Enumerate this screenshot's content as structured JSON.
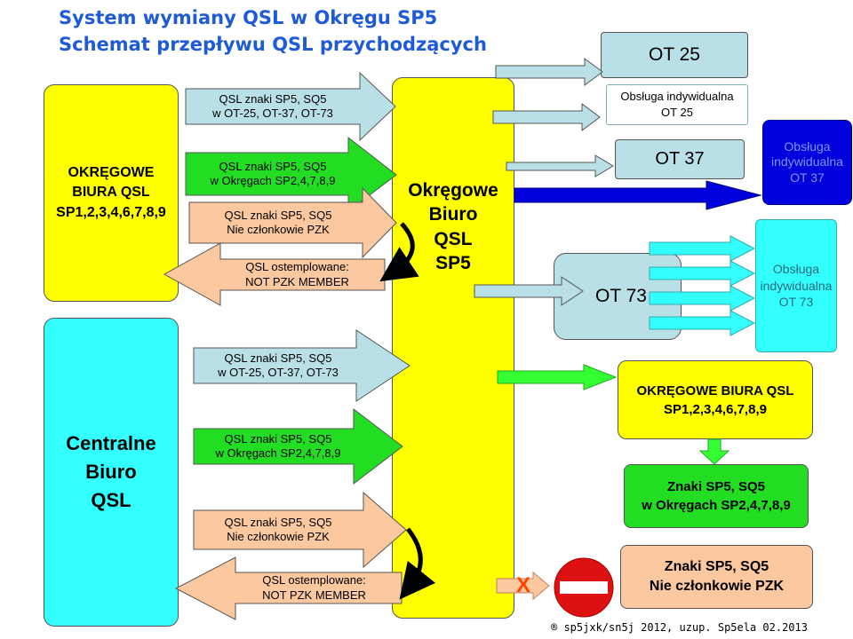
{
  "title": {
    "line1": "System wymiany QSL w Okręgu SP5",
    "line2": "Schemat przepływu QSL przychodzących"
  },
  "left_top_box": {
    "line1": "OKRĘGOWE",
    "line2": "BIURA QSL",
    "line3": "SP1,2,3,4,6,7,8,9"
  },
  "left_bottom_box": {
    "line1": "Centralne",
    "line2": "Biuro",
    "line3": "QSL"
  },
  "center_box": {
    "line1": "Okręgowe",
    "line2": "Biuro",
    "line3": "QSL",
    "line4": "SP5"
  },
  "arrows_top": {
    "ot_arrow": {
      "line1": "QSL znaki SP5, SQ5",
      "line2": "w OT-25, OT-37, OT-73"
    },
    "district_arrow": {
      "line1": "QSL znaki SP5, SQ5",
      "line2": "w Okręgach SP2,4,7,8,9"
    },
    "nonmember_arrow": {
      "line1": "QSL znaki SP5, SQ5",
      "line2": "Nie członkowie PZK"
    },
    "stamped_arrow": {
      "line1": "QSL ostemplowane:",
      "line2": "NOT PZK MEMBER"
    }
  },
  "arrows_bottom": {
    "ot_arrow": {
      "line1": "QSL znaki SP5, SQ5",
      "line2": "w OT-25, OT-37, OT-73"
    },
    "district_arrow": {
      "line1": "QSL znaki SP5, SQ5",
      "line2": "w Okręgach SP2,4,7,8,9"
    },
    "nonmember_arrow": {
      "line1": "QSL znaki SP5, SQ5",
      "line2": "Nie członkowie PZK"
    },
    "stamped_arrow": {
      "line1": "QSL ostemplowane:",
      "line2": "NOT PZK MEMBER"
    }
  },
  "right": {
    "ot25": "OT 25",
    "ot25_individual": {
      "line1": "Obsługa indywidualna",
      "line2": "OT 25"
    },
    "ot37": "OT 37",
    "ot37_individual": {
      "line1": "Obsługa",
      "line2": "indywidualna",
      "line3": "OT 37"
    },
    "ot73": "OT 73",
    "ot73_individual": {
      "line1": "Obsługa",
      "line2": "indywidualna",
      "line3": "OT 73"
    },
    "district_bureaus": {
      "line1": "OKRĘGOWE BIURA QSL",
      "line2": "SP1,2,3,4,6,7,8,9"
    },
    "district_calls": {
      "line1": "Znaki SP5, SQ5",
      "line2": "w Okręgach SP2,4,7,8,9"
    },
    "nonmembers": {
      "line1": "Znaki SP5, SQ5",
      "line2": "Nie członkowie PZK"
    },
    "blocked_mark": "X"
  },
  "footer": "® sp5jxk/sn5j 2012, uzup. Sp5ela 02.2013",
  "colors": {
    "yellow": "#ffff00",
    "cyan": "#33ffff",
    "light_blue": "#b9e0e6",
    "green": "#22dd22",
    "peach": "#fbc8a0",
    "dark_blue": "#0000dd",
    "lime_arrow": "#33ff33",
    "no_entry_red": "#dd1111",
    "title_blue": "#1f5bd6",
    "x_orange": "#ff4400"
  }
}
